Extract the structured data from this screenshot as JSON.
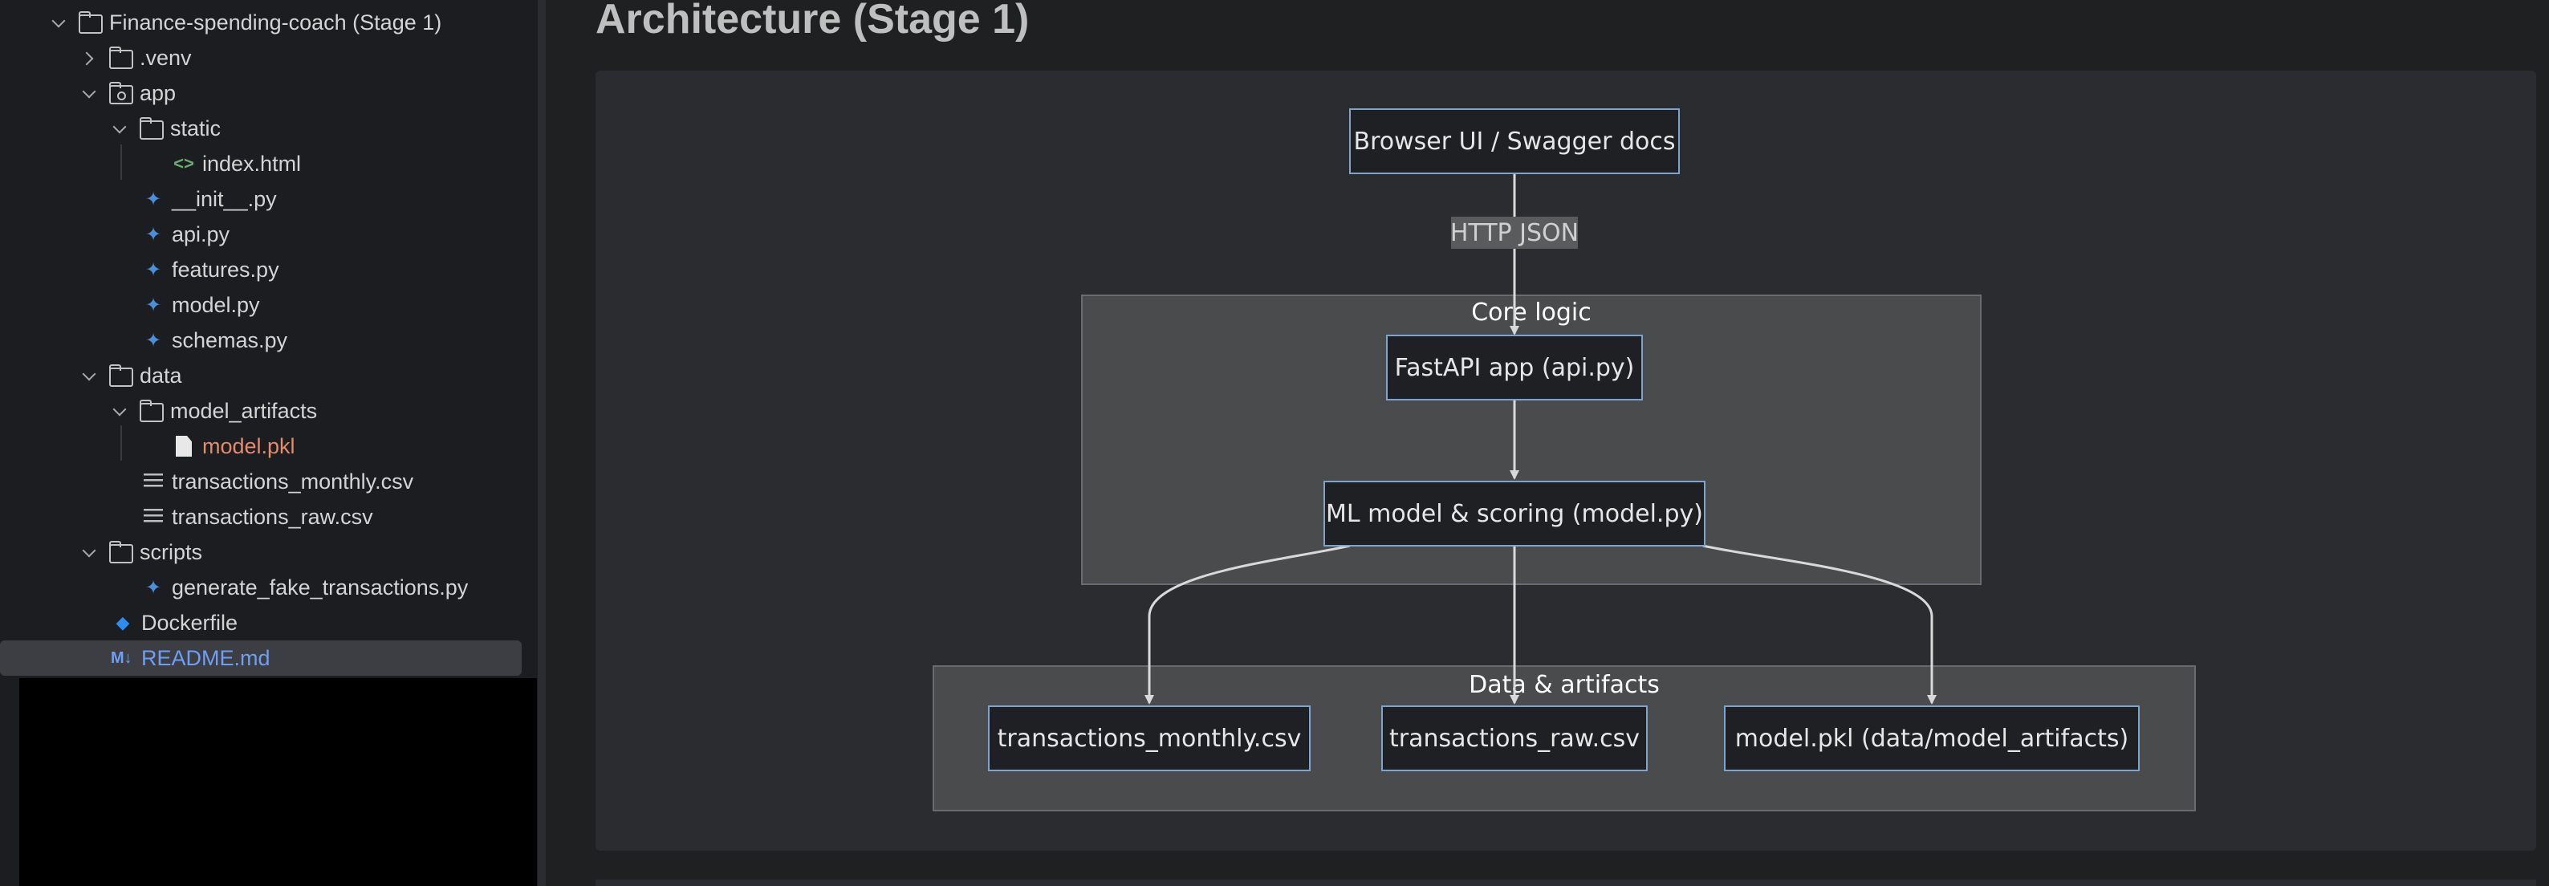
{
  "sidebar": {
    "items": [
      {
        "label": "Finance-spending-coach (Stage 1)"
      },
      {
        "label": ".venv"
      },
      {
        "label": "app"
      },
      {
        "label": "static"
      },
      {
        "label": "index.html"
      },
      {
        "label": "__init__.py"
      },
      {
        "label": "api.py"
      },
      {
        "label": "features.py"
      },
      {
        "label": "model.py"
      },
      {
        "label": "schemas.py"
      },
      {
        "label": "data"
      },
      {
        "label": "model_artifacts"
      },
      {
        "label": "model.pkl"
      },
      {
        "label": "transactions_monthly.csv"
      },
      {
        "label": "transactions_raw.csv"
      },
      {
        "label": "scripts"
      },
      {
        "label": "generate_fake_transactions.py"
      },
      {
        "label": "Dockerfile"
      },
      {
        "label": "README.md"
      }
    ]
  },
  "main": {
    "title": "Architecture (Stage 1)"
  },
  "diagram": {
    "nodes": {
      "browser": "Browser UI / Swagger docs",
      "fastapi": "FastAPI app (api.py)",
      "ml": "ML model & scoring (model.py)",
      "monthly": "transactions_monthly.csv",
      "raw": "transactions_raw.csv",
      "pkl": "model.pkl (data/model_artifacts)"
    },
    "subgraphs": {
      "core": "Core logic",
      "data": "Data & artifacts"
    },
    "edge_label": "HTTP JSON",
    "colors": {
      "node_fill": "#1f2023",
      "node_border": "#7ea3cc",
      "subgraph_fill": "#4a4b4d",
      "edge": "#d9d9d9"
    }
  }
}
